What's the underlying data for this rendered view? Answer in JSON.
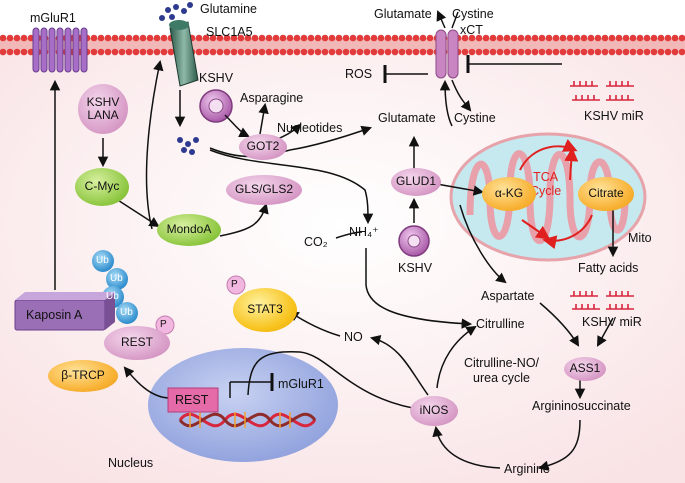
{
  "labels": {
    "mglur1_top": "mGluR1",
    "glutamine": "Glutamine",
    "slc1a5": "SLC1A5",
    "glutamate_top": "Glutamate",
    "cystine_top": "Cystine",
    "xct": "xCT",
    "ros": "ROS",
    "kshv_top": "KSHV",
    "asparagine": "Asparagine",
    "nucleotides": "Nucleotides",
    "glutamate_mid": "Glutamate",
    "cystine_mid": "Cystine",
    "kshv_mir_top": "KSHV miR",
    "co2": "CO₂",
    "nh4": "NH₄⁺",
    "kshv_glud": "KSHV",
    "tca": "TCA\nCycle",
    "mito": "Mito",
    "fatty_acids": "Fatty acids",
    "aspartate": "Aspartate",
    "kshv_mir_bottom": "KSHV miR",
    "no": "NO",
    "citrulline": "Citrulline",
    "urea_cycle": "Citrulline-NO/\nurea cycle",
    "argininosuccinate": "Argininosuccinate",
    "arginine": "Arginine",
    "mglur1_nucleus": "mGluR1",
    "nucleus": "Nucleus",
    "p1": "P",
    "p2": "P",
    "ub1": "Ub",
    "ub2": "Ub",
    "ub3": "Ub",
    "ub4": "Ub"
  },
  "nodes": {
    "kshv_lana": "KSHV\nLANA",
    "c_myc": "C-Myc",
    "mondoa": "MondoA",
    "gls": "GLS/GLS2",
    "got2": "GOT2",
    "glud1": "GLUD1",
    "akg": "α-KG",
    "citrate": "Citrate",
    "stat3": "STAT3",
    "kaposin_a": "Kaposin A",
    "rest": "REST",
    "btrcp": "β-TRCP",
    "rest_nucleus": "REST",
    "ass1": "ASS1",
    "inos": "iNOS"
  },
  "colors": {
    "membrane_head": "#e23b3b",
    "membrane_tail": "#f2b8b8",
    "cell_bg": "#fbe9ea",
    "mito_fill": "#c6e8ef",
    "mito_inner": "#f3b9c0",
    "nucleus_fill": "#a6b6e8",
    "tca_red": "#e0201e",
    "virus": "#b160b0",
    "ub_blue": "#3d9ed8",
    "kaposin": "#9a6fb6",
    "rest_nucleus_pink": "#e46aa8"
  }
}
